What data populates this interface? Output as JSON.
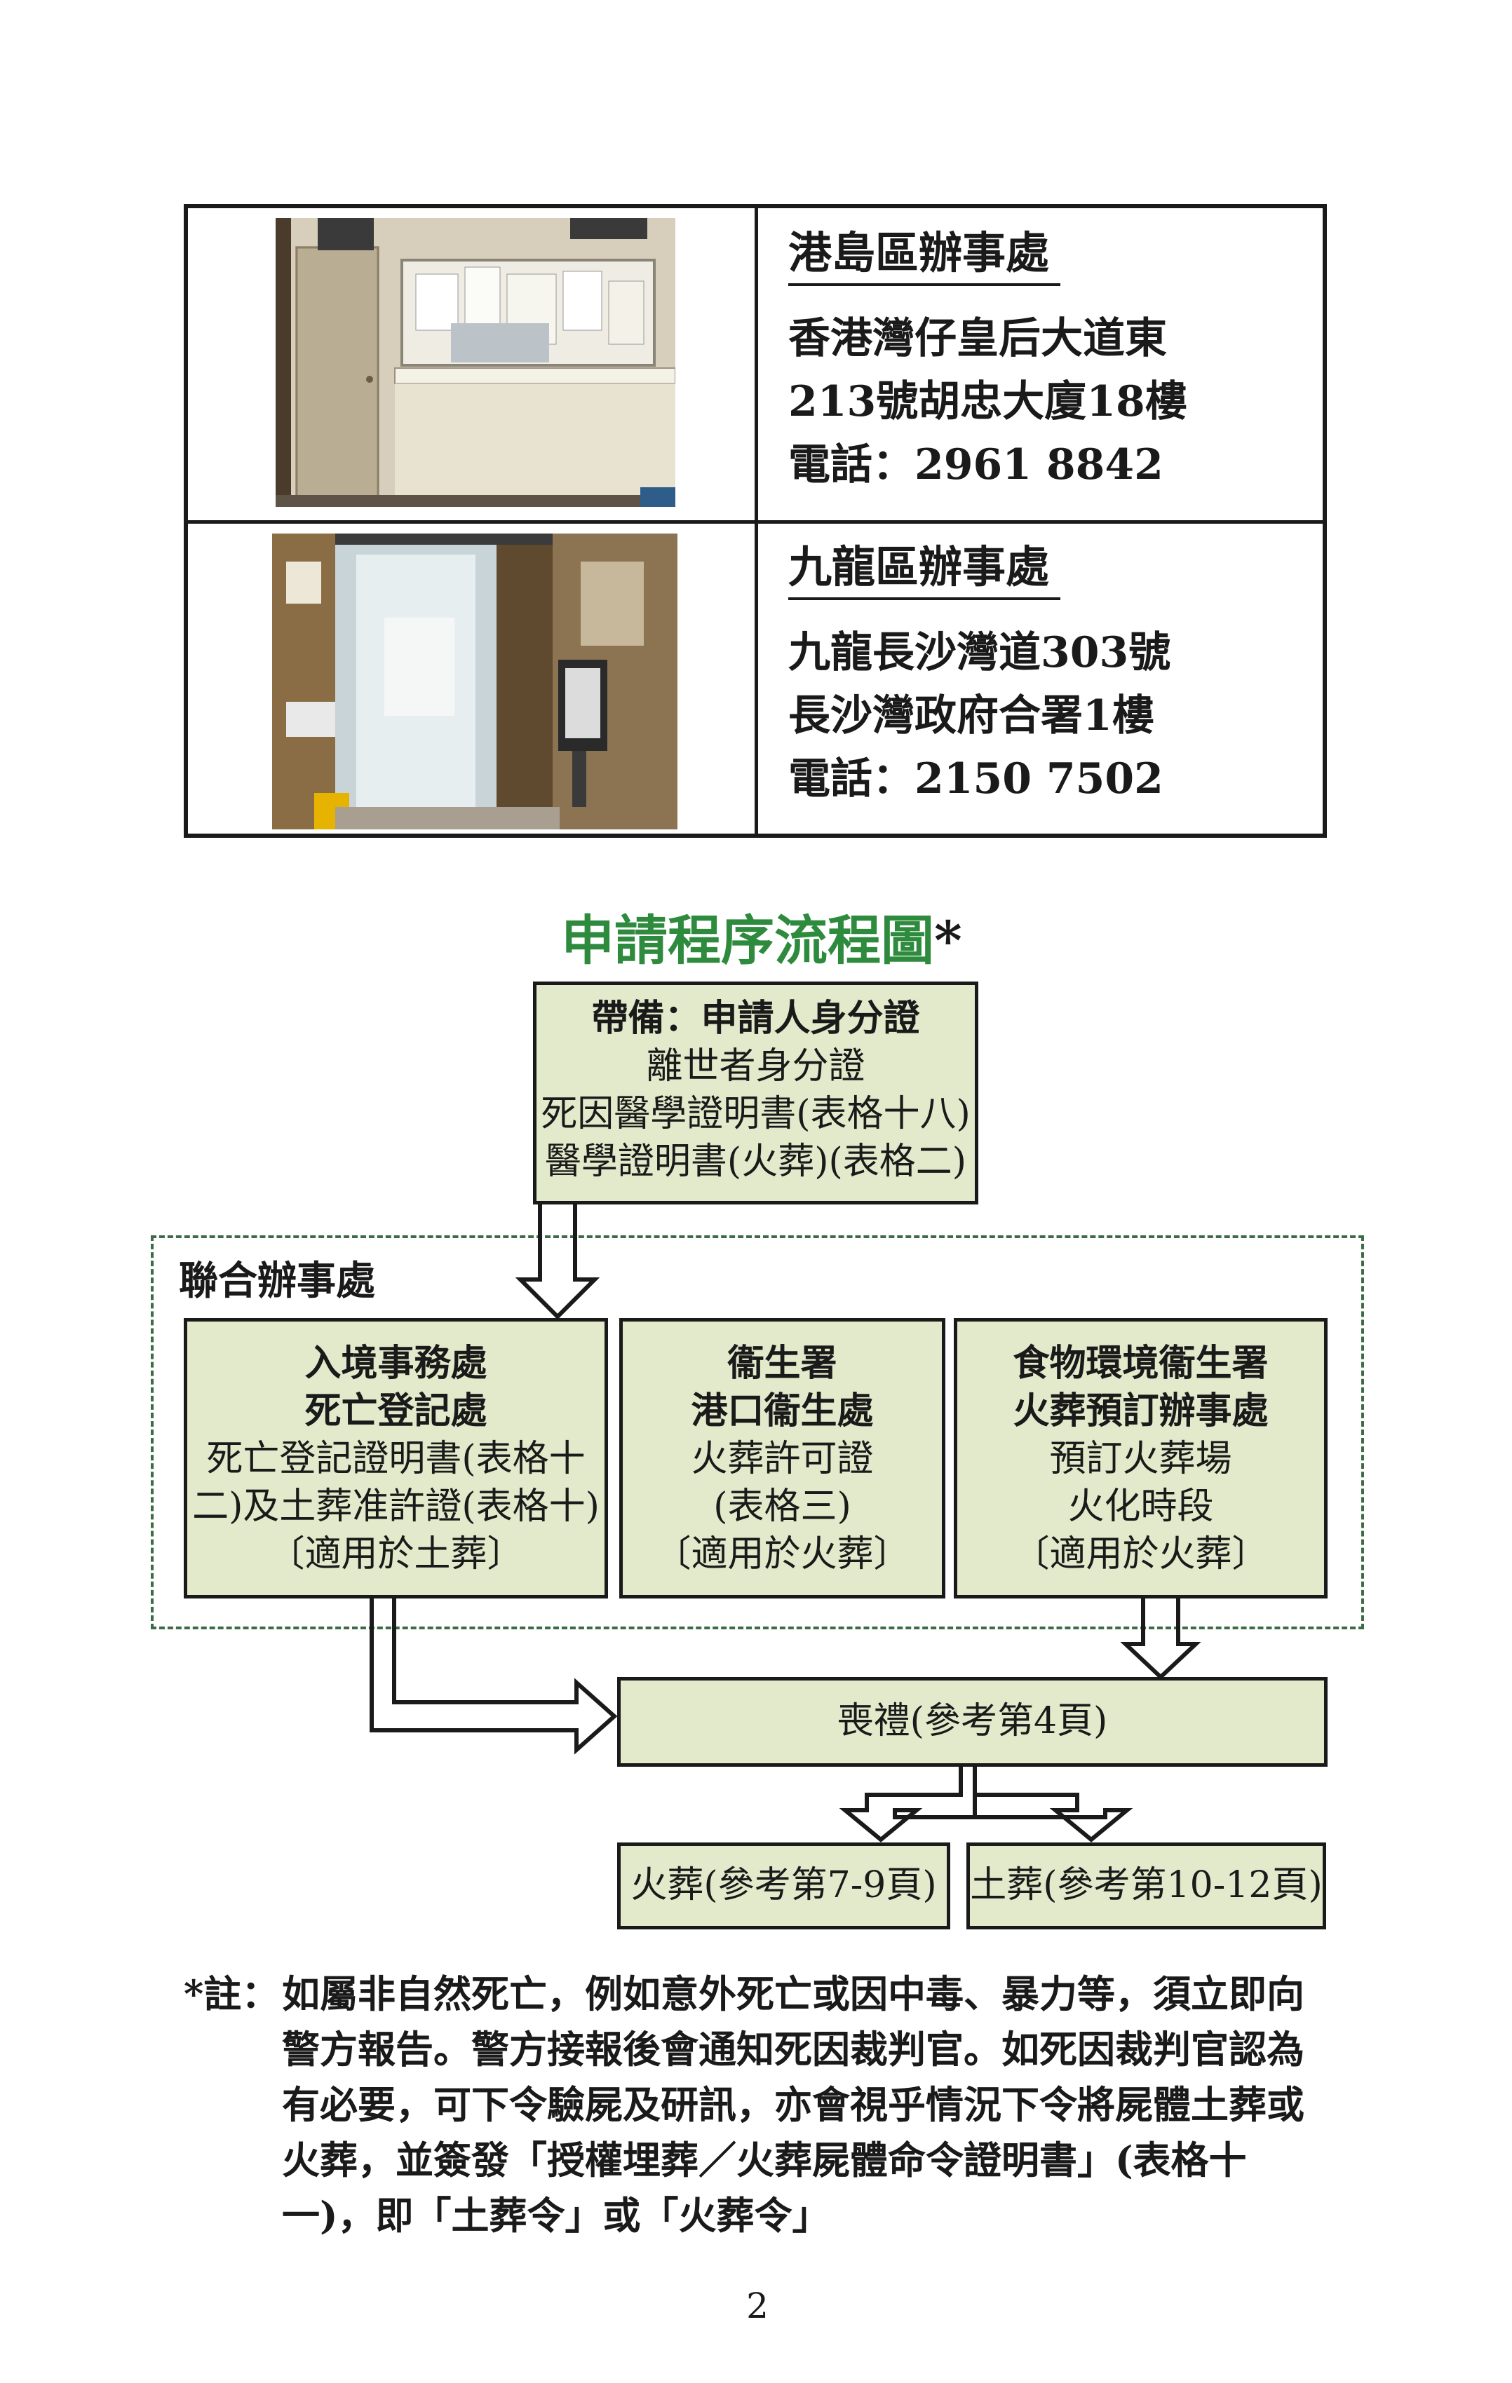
{
  "offices": [
    {
      "name": "港島區辦事處",
      "address_line1": "香港灣仔皇后大道東",
      "address_line2": "213號胡忠大廈18樓",
      "phone": "電話：2961 8842"
    },
    {
      "name": "九龍區辦事處",
      "address_line1": "九龍長沙灣道303號",
      "address_line2": "長沙灣政府合署1樓",
      "phone": "電話：2150 7502"
    }
  ],
  "flowchart": {
    "title": "申請程序流程圖",
    "title_mark": "*",
    "bring": {
      "line1": "帶備：申請人身分證",
      "line2": "離世者身分證",
      "line3": "死因醫學證明書(表格十八)",
      "line4": "醫學證明書(火葬)(表格二)"
    },
    "joint_office_label": "聯合辦事處",
    "immd": {
      "line1": "入境事務處",
      "line2": "死亡登記處",
      "line3": "死亡登記證明書(表格十",
      "line4": "二)及土葬准許證(表格十)",
      "line5": "〔適用於土葬〕"
    },
    "port_health": {
      "line1": "衞生署",
      "line2": "港口衞生處",
      "line3": "火葬許可證",
      "line4": "(表格三)",
      "line5": "〔適用於火葬〕"
    },
    "fehd": {
      "line1": "食物環境衞生署",
      "line2": "火葬預訂辦事處",
      "line3": "預訂火葬場",
      "line4": "火化時段",
      "line5": "〔適用於火葬〕"
    },
    "funeral": "喪禮(參考第4頁)",
    "cremation": "火葬(參考第7-9頁)",
    "burial": "土葬(參考第10-12頁)"
  },
  "note": {
    "label": "*註：",
    "text": "如屬非自然死亡，例如意外死亡或因中毒、暴力等，須立即向警方報告。警方接報後會通知死因裁判官。如死因裁判官認為有必要，可下令驗屍及研訊，亦會視乎情況下令將屍體土葬或火葬，並簽發「授權埋葬／火葬屍體命令證明書」(表格十一)，即「土葬令」或「火葬令」"
  },
  "page_number": "2",
  "colors": {
    "title_green": "#2e8b3e",
    "box_fill": "#e3eacb",
    "dashed_border": "#3d6b45"
  }
}
